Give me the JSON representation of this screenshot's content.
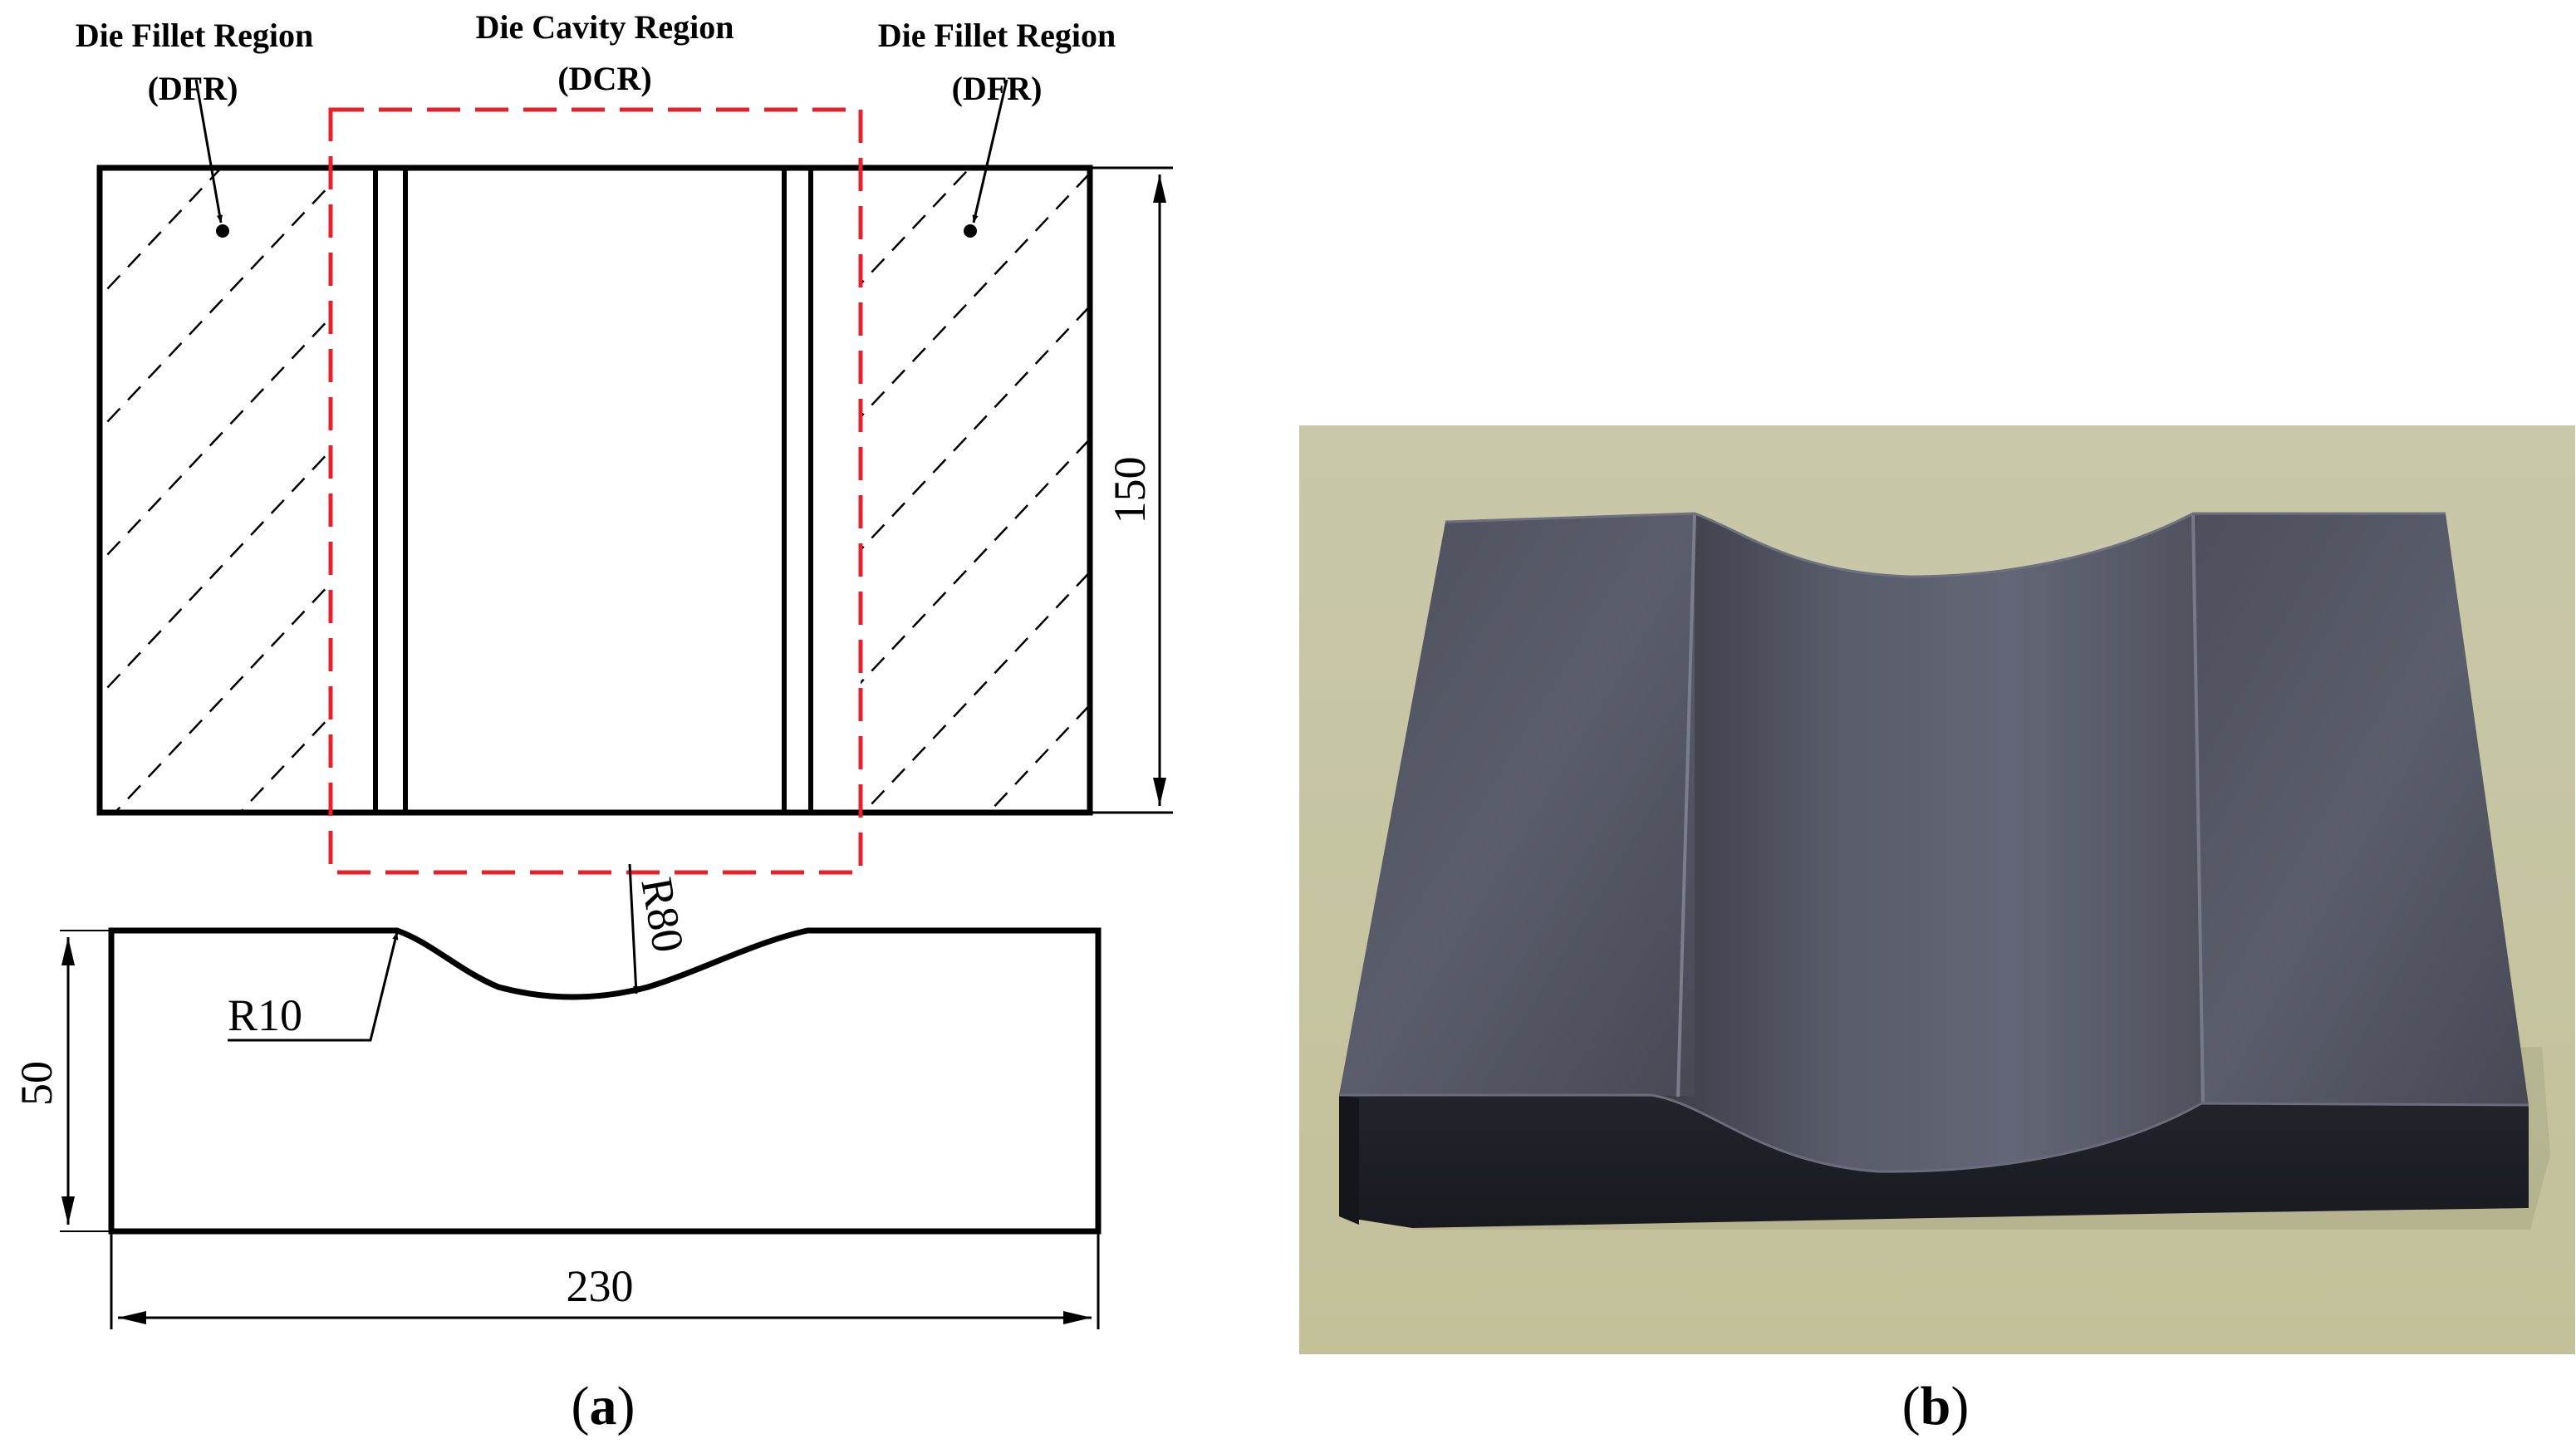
{
  "labels": {
    "dfr_left_title": "Die Fillet Region",
    "dfr_left_abbr": "(DFR)",
    "dcr_title": "Die Cavity Region",
    "dcr_abbr": "(DCR)",
    "dfr_right_title": "Die Fillet Region",
    "dfr_right_abbr": "(DFR)"
  },
  "dimensions": {
    "height_top": "150",
    "height_side": "50",
    "width": "230",
    "radius_cavity": "R80",
    "radius_fillet": "R10"
  },
  "panels": {
    "a": {
      "open": "(",
      "letter": "a",
      "close": ")"
    },
    "b": {
      "open": "(",
      "letter": "b",
      "close": ")"
    }
  },
  "colors": {
    "line": "#000000",
    "dcr_box": "#e8202a",
    "photo_bg": "#c7c5a1",
    "block_top": "#4a4c58",
    "block_front": "#1f2129"
  }
}
